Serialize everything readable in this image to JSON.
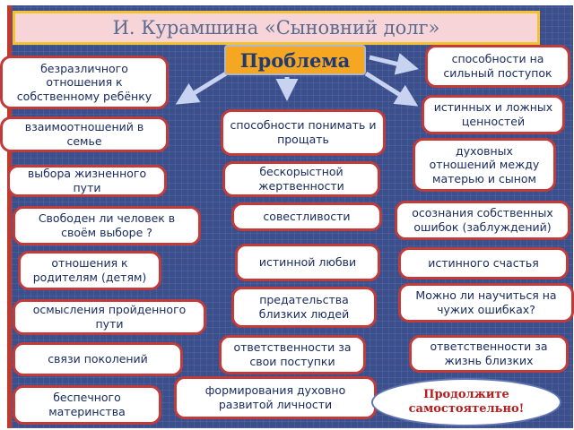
{
  "title": "И. Курамшина  «Сыновний долг»",
  "problem": "Проблема",
  "boxes": {
    "b1": "безразличного отношения к собственному ребёнку",
    "b2": "взаимоотношений в семье",
    "b3": "выбора жизненного пути",
    "b4": "Свободен ли человек в своём выборе ?",
    "b5": "отношения к родителям (детям)",
    "b6": "осмысления пройденного пути",
    "b7": "связи поколений",
    "b8": "беспечного материнства",
    "m1": "способности понимать и прощать",
    "m2": "бескорыстной жертвенности",
    "m3": "совестливости",
    "m4": "истинной любви",
    "m5": "предательства близких людей",
    "m6": "ответственности за свои поступки",
    "m7": "формирования духовно развитой личности",
    "r1": "способности на сильный поступок",
    "r2": "истинных и ложных ценностей",
    "r3": "духовных отношений между матерью и сыном",
    "r4": "осознания собственных ошибок (заблуждений)",
    "r5": "истинного счастья",
    "r6": "Можно ли научиться на чужих ошибках?",
    "r7": "ответственности за жизнь близких"
  },
  "call_to_action": "Продолжите самостоятельно!",
  "colors": {
    "background": "#3b4f8c",
    "title_fill": "#f6d4d8",
    "title_border": "#f2c230",
    "problem_fill": "#f5a623",
    "box_border": "#c23a3a",
    "text": "#1a2c60",
    "cta_text": "#b32020"
  }
}
